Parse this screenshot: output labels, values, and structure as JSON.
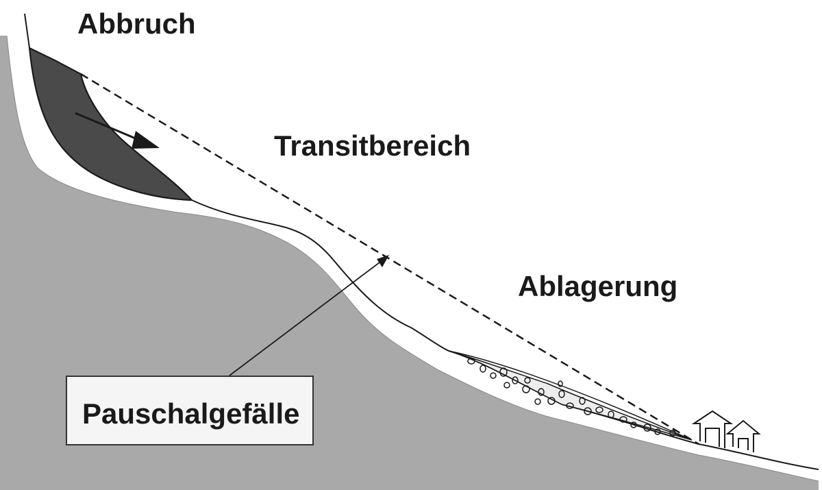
{
  "labels": {
    "release_zone": "Abbruch",
    "transit_zone": "Transitbereich",
    "deposition_zone": "Ablagerung",
    "overall_slope": "Pauschalgefälle"
  },
  "colors": {
    "terrain_fill": "#a9a9a9",
    "release_mass_fill": "#4a4a4a",
    "outline": "#1a1a1a",
    "deposit_fill": "#ededed",
    "label_box_fill": "#f5f5f5"
  },
  "icons": [
    "arrow-icon",
    "house-icon"
  ]
}
